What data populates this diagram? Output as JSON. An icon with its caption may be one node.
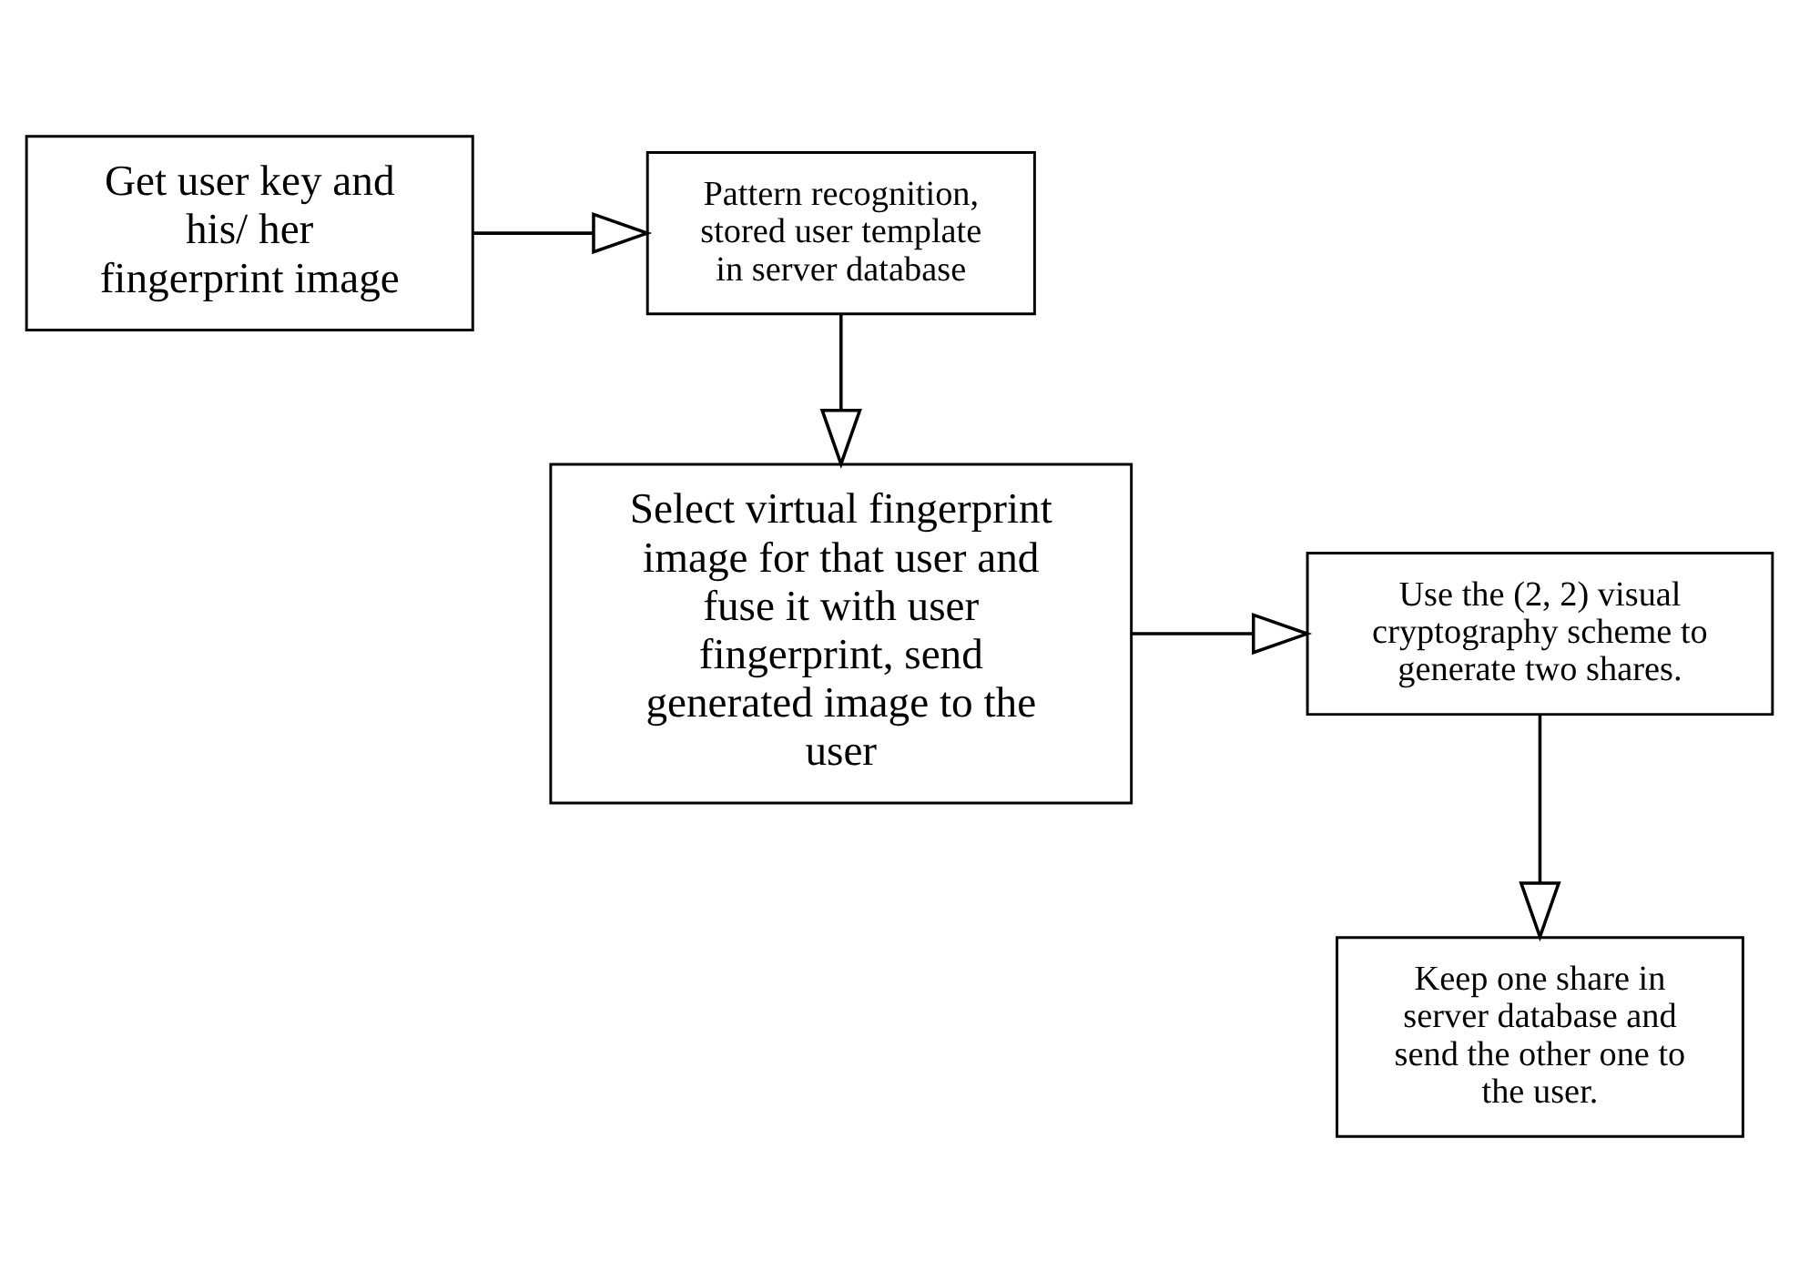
{
  "diagram": {
    "nodes": [
      {
        "text": [
          "Get user key and his/ her fingerprint image"
        ]
      },
      {
        "text": [
          "Pattern recognition, stored user template in server database"
        ]
      },
      {
        "text": [
          "Select virtual fingerprint image for that user and fuse it with user fingerprint, send generated image to the user"
        ]
      },
      {
        "text": [
          "Use the (2, 2) visual cryptography scheme to generate two shares."
        ]
      },
      {
        "text": [
          "Keep one share in server database and send the other one to the user."
        ]
      }
    ],
    "edges": [
      {
        "from": 0,
        "to": 1,
        "arrow": "to"
      },
      {
        "from": 1,
        "to": 2,
        "arrow": "to"
      },
      {
        "from": 2,
        "to": 3,
        "arrow": "to"
      },
      {
        "from": 3,
        "to": 4,
        "arrow": "to"
      }
    ]
  }
}
